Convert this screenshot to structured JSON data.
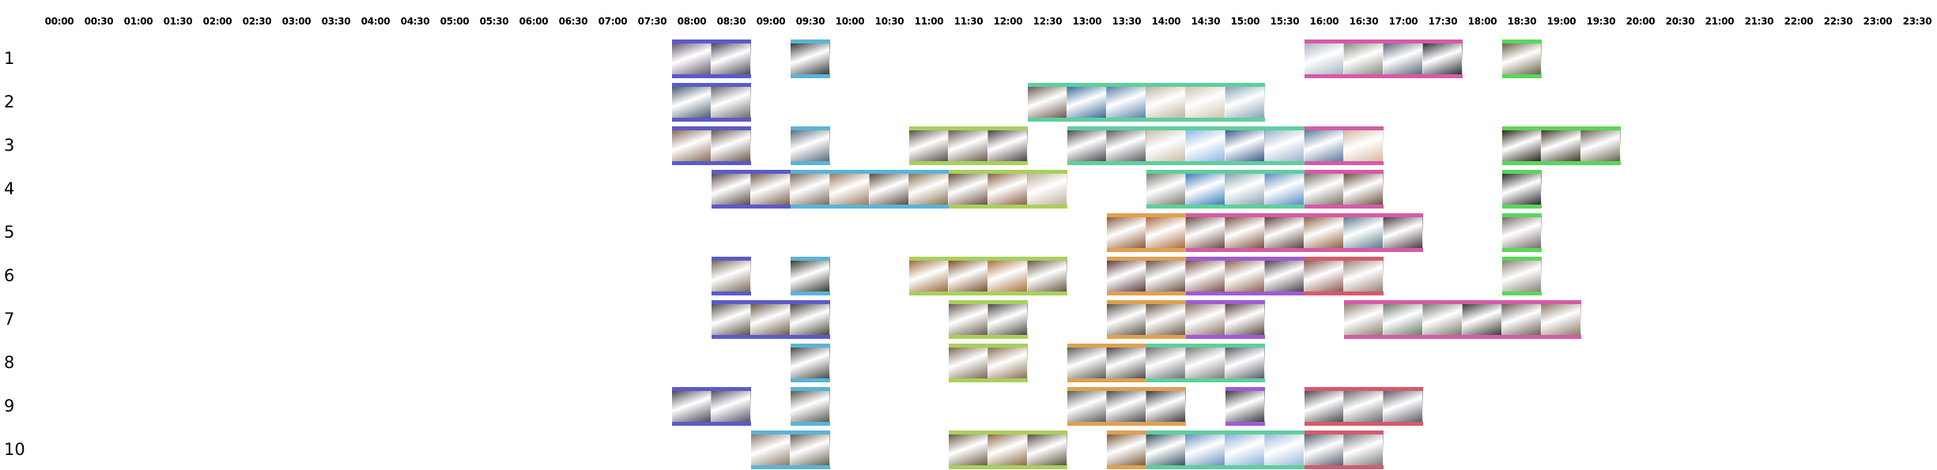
{
  "time_axis": {
    "labels": [
      "00:00",
      "00:30",
      "01:00",
      "01:30",
      "02:00",
      "02:30",
      "03:00",
      "03:30",
      "04:00",
      "04:30",
      "05:00",
      "05:30",
      "06:00",
      "06:30",
      "07:00",
      "07:30",
      "08:00",
      "08:30",
      "09:00",
      "09:30",
      "10:00",
      "10:30",
      "11:00",
      "11:30",
      "12:00",
      "12:30",
      "13:00",
      "13:30",
      "14:00",
      "14:30",
      "15:00",
      "15:30",
      "16:00",
      "16:30",
      "17:00",
      "17:30",
      "18:00",
      "18:30",
      "19:00",
      "19:30",
      "20:00",
      "20:30",
      "21:00",
      "21:30",
      "22:00",
      "22:30",
      "23:00",
      "23:30"
    ]
  },
  "activity_colors": {
    "purple": "#5b5bc8",
    "cyan": "#5ab4d6",
    "green": "#a8d05a",
    "teal": "#5ecf9c",
    "pink": "#d65aa8",
    "orange": "#e0a050",
    "violet": "#a05ad6",
    "red": "#d65a6a",
    "lime": "#5ad65a"
  },
  "rows": [
    {
      "label": "1",
      "segments": [
        {
          "start": "08:00",
          "end": "09:00",
          "color": "purple",
          "thumbs": [
            "#6a5a70",
            "#4a4a58"
          ]
        },
        {
          "start": "09:30",
          "end": "10:00",
          "color": "cyan",
          "thumbs": [
            "#3a3a3a"
          ]
        },
        {
          "start": "16:00",
          "end": "18:00",
          "color": "pink",
          "thumbs": [
            "#a8b4c0",
            "#8a8880",
            "#5a6878",
            "#2a3038"
          ]
        },
        {
          "start": "18:30",
          "end": "19:00",
          "color": "lime",
          "thumbs": [
            "#6a6048"
          ]
        }
      ]
    },
    {
      "label": "2",
      "segments": [
        {
          "start": "08:00",
          "end": "09:00",
          "color": "purple",
          "thumbs": [
            "#4a5a70",
            "#6a6a6a"
          ]
        },
        {
          "start": "12:30",
          "end": "15:30",
          "color": "teal",
          "thumbs": [
            "#6a5a50",
            "#3a6a9a",
            "#5a80a8",
            "#c0b4a0",
            "#d0c4b0",
            "#8aa0b8"
          ]
        }
      ]
    },
    {
      "label": "3",
      "segments": [
        {
          "start": "08:00",
          "end": "09:00",
          "color": "purple",
          "thumbs": [
            "#8a6a58",
            "#6a5a50"
          ]
        },
        {
          "start": "09:30",
          "end": "10:00",
          "color": "cyan",
          "thumbs": [
            "#5a6a7a"
          ]
        },
        {
          "start": "11:00",
          "end": "12:30",
          "color": "green",
          "thumbs": [
            "#5a5048",
            "#6a5a50",
            "#4a4048"
          ]
        },
        {
          "start": "13:00",
          "end": "16:00",
          "color": "teal",
          "thumbs": [
            "#4a4a50",
            "#5a5a60",
            "#c8bca8",
            "#8ab8e0",
            "#3a5a8a",
            "#9ab0c8"
          ]
        },
        {
          "start": "16:00",
          "end": "17:00",
          "color": "pink",
          "thumbs": [
            "#5a7a9a",
            "#d8b8a0"
          ]
        },
        {
          "start": "18:30",
          "end": "20:00",
          "color": "lime",
          "thumbs": [
            "#2a2418",
            "#403828",
            "#6a6050"
          ]
        }
      ]
    },
    {
      "label": "4",
      "segments": [
        {
          "start": "08:30",
          "end": "09:30",
          "color": "purple",
          "thumbs": [
            "#5a4a48",
            "#7a6050"
          ]
        },
        {
          "start": "09:30",
          "end": "11:30",
          "color": "cyan",
          "thumbs": [
            "#7a6a5a",
            "#9a7a60",
            "#5a4a40",
            "#8a7050"
          ]
        },
        {
          "start": "11:30",
          "end": "13:00",
          "color": "green",
          "thumbs": [
            "#6a5040",
            "#8a6048",
            "#c0b0a0"
          ]
        },
        {
          "start": "14:00",
          "end": "16:00",
          "color": "teal",
          "thumbs": [
            "#7a7a70",
            "#3a7ab8",
            "#8aa0b0",
            "#5a8ac0"
          ]
        },
        {
          "start": "16:00",
          "end": "17:00",
          "color": "pink",
          "thumbs": [
            "#7a7068",
            "#6a5040"
          ]
        },
        {
          "start": "18:30",
          "end": "19:00",
          "color": "lime",
          "thumbs": [
            "#2a2a30"
          ]
        }
      ]
    },
    {
      "label": "5",
      "segments": [
        {
          "start": "13:30",
          "end": "14:30",
          "color": "orange",
          "thumbs": [
            "#8a5a38",
            "#a86a40"
          ]
        },
        {
          "start": "14:30",
          "end": "17:30",
          "color": "pink",
          "thumbs": [
            "#6a4a40",
            "#7a5038",
            "#5a4038",
            "#8a6040",
            "#5a7a8a",
            "#4a3a40"
          ]
        },
        {
          "start": "18:30",
          "end": "19:00",
          "color": "lime",
          "thumbs": [
            "#7a6a6a"
          ]
        }
      ]
    },
    {
      "label": "6",
      "segments": [
        {
          "start": "08:30",
          "end": "09:00",
          "color": "purple",
          "thumbs": [
            "#7a6a58"
          ]
        },
        {
          "start": "09:30",
          "end": "10:00",
          "color": "cyan",
          "thumbs": [
            "#3a3a30"
          ]
        },
        {
          "start": "11:00",
          "end": "13:00",
          "color": "green",
          "thumbs": [
            "#9a6a40",
            "#7a5030",
            "#a87040",
            "#6a5848"
          ]
        },
        {
          "start": "13:30",
          "end": "14:30",
          "color": "orange",
          "thumbs": [
            "#5a3a40",
            "#6a5048"
          ]
        },
        {
          "start": "14:30",
          "end": "16:00",
          "color": "violet",
          "thumbs": [
            "#7a5040",
            "#8a6048",
            "#4a4048"
          ]
        },
        {
          "start": "16:00",
          "end": "17:00",
          "color": "red",
          "thumbs": [
            "#8a5a50",
            "#9a8078"
          ]
        },
        {
          "start": "18:30",
          "end": "19:00",
          "color": "lime",
          "thumbs": [
            "#8a8078"
          ]
        }
      ]
    },
    {
      "label": "7",
      "segments": [
        {
          "start": "08:30",
          "end": "10:00",
          "color": "purple",
          "thumbs": [
            "#5a5048",
            "#6a5a48",
            "#4a4840"
          ]
        },
        {
          "start": "11:30",
          "end": "12:30",
          "color": "green",
          "thumbs": [
            "#6a5a50",
            "#4a4a48"
          ]
        },
        {
          "start": "13:30",
          "end": "14:30",
          "color": "orange",
          "thumbs": [
            "#5a5048",
            "#6a5a48"
          ]
        },
        {
          "start": "14:30",
          "end": "15:30",
          "color": "violet",
          "thumbs": [
            "#8a7068",
            "#5a4840"
          ]
        },
        {
          "start": "16:30",
          "end": "19:30",
          "color": "pink",
          "thumbs": [
            "#8a8070",
            "#6a7a68",
            "#7a7a70",
            "#3a3a38",
            "#6a6058",
            "#8a7a68"
          ]
        }
      ]
    },
    {
      "label": "8",
      "segments": [
        {
          "start": "09:30",
          "end": "10:00",
          "color": "cyan",
          "thumbs": [
            "#4a4a48"
          ]
        },
        {
          "start": "11:30",
          "end": "12:30",
          "color": "green",
          "thumbs": [
            "#7a6850",
            "#8a7050"
          ]
        },
        {
          "start": "13:00",
          "end": "14:00",
          "color": "orange",
          "thumbs": [
            "#5a5a58",
            "#4a4a48"
          ]
        },
        {
          "start": "14:00",
          "end": "15:30",
          "color": "teal",
          "thumbs": [
            "#6a7070",
            "#7a7a78",
            "#5a5a68"
          ]
        }
      ]
    },
    {
      "label": "9",
      "segments": [
        {
          "start": "08:00",
          "end": "09:00",
          "color": "purple",
          "thumbs": [
            "#4a4a58",
            "#5a5068"
          ]
        },
        {
          "start": "09:30",
          "end": "10:00",
          "color": "cyan",
          "thumbs": [
            "#5a5a50"
          ]
        },
        {
          "start": "13:00",
          "end": "14:30",
          "color": "orange",
          "thumbs": [
            "#5a5a58",
            "#4a4a50",
            "#3a3a40"
          ]
        },
        {
          "start": "15:00",
          "end": "15:30",
          "color": "violet",
          "thumbs": [
            "#3a3a40"
          ]
        },
        {
          "start": "16:00",
          "end": "17:30",
          "color": "red",
          "thumbs": [
            "#4a4a50",
            "#6a6a70",
            "#5a5a68"
          ]
        }
      ]
    },
    {
      "label": "10",
      "segments": [
        {
          "start": "09:00",
          "end": "10:00",
          "color": "cyan",
          "thumbs": [
            "#8a7a68",
            "#6a6050"
          ]
        },
        {
          "start": "11:30",
          "end": "13:00",
          "color": "green",
          "thumbs": [
            "#6a5a40",
            "#8a6a48",
            "#5a5040"
          ]
        },
        {
          "start": "13:30",
          "end": "14:00",
          "color": "orange",
          "thumbs": [
            "#7a5a40"
          ]
        },
        {
          "start": "14:00",
          "end": "16:00",
          "color": "teal",
          "thumbs": [
            "#3a5060",
            "#6a90c0",
            "#8ab0d8",
            "#9ab8d8"
          ]
        },
        {
          "start": "16:00",
          "end": "17:00",
          "color": "red",
          "thumbs": [
            "#5a6070",
            "#7a7a80"
          ]
        }
      ]
    }
  ]
}
